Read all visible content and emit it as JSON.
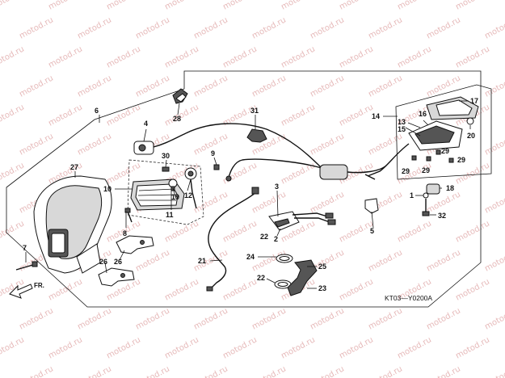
{
  "watermark": {
    "text": "motod.ru",
    "color": "#e6b9b9"
  },
  "callouts": [
    {
      "id": "c1",
      "label": "1"
    },
    {
      "id": "c2",
      "label": "2"
    },
    {
      "id": "c3",
      "label": "3"
    },
    {
      "id": "c4",
      "label": "4"
    },
    {
      "id": "c5",
      "label": "5"
    },
    {
      "id": "c6",
      "label": "6"
    },
    {
      "id": "c7",
      "label": "7"
    },
    {
      "id": "c8",
      "label": "8"
    },
    {
      "id": "c9",
      "label": "9"
    },
    {
      "id": "c10",
      "label": "10"
    },
    {
      "id": "c11",
      "label": "11"
    },
    {
      "id": "c12",
      "label": "12"
    },
    {
      "id": "c13",
      "label": "13"
    },
    {
      "id": "c14",
      "label": "14"
    },
    {
      "id": "c15",
      "label": "15"
    },
    {
      "id": "c16",
      "label": "16"
    },
    {
      "id": "c17",
      "label": "17"
    },
    {
      "id": "c18",
      "label": "18"
    },
    {
      "id": "c19",
      "label": "19"
    },
    {
      "id": "c20",
      "label": "20"
    },
    {
      "id": "c21",
      "label": "21"
    },
    {
      "id": "c22a",
      "label": "22"
    },
    {
      "id": "c22b",
      "label": "22"
    },
    {
      "id": "c23",
      "label": "23"
    },
    {
      "id": "c24",
      "label": "24"
    },
    {
      "id": "c25",
      "label": "25"
    },
    {
      "id": "c26a",
      "label": "26"
    },
    {
      "id": "c26b",
      "label": "26"
    },
    {
      "id": "c27",
      "label": "27"
    },
    {
      "id": "c28",
      "label": "28"
    },
    {
      "id": "c29a",
      "label": "29"
    },
    {
      "id": "c29b",
      "label": "29"
    },
    {
      "id": "c29c",
      "label": "29"
    },
    {
      "id": "c29d",
      "label": "29"
    },
    {
      "id": "c30",
      "label": "30"
    },
    {
      "id": "c31",
      "label": "31"
    },
    {
      "id": "c32",
      "label": "32"
    }
  ],
  "diagram_code": "KT03—Y0200A",
  "direction_label": "FR."
}
